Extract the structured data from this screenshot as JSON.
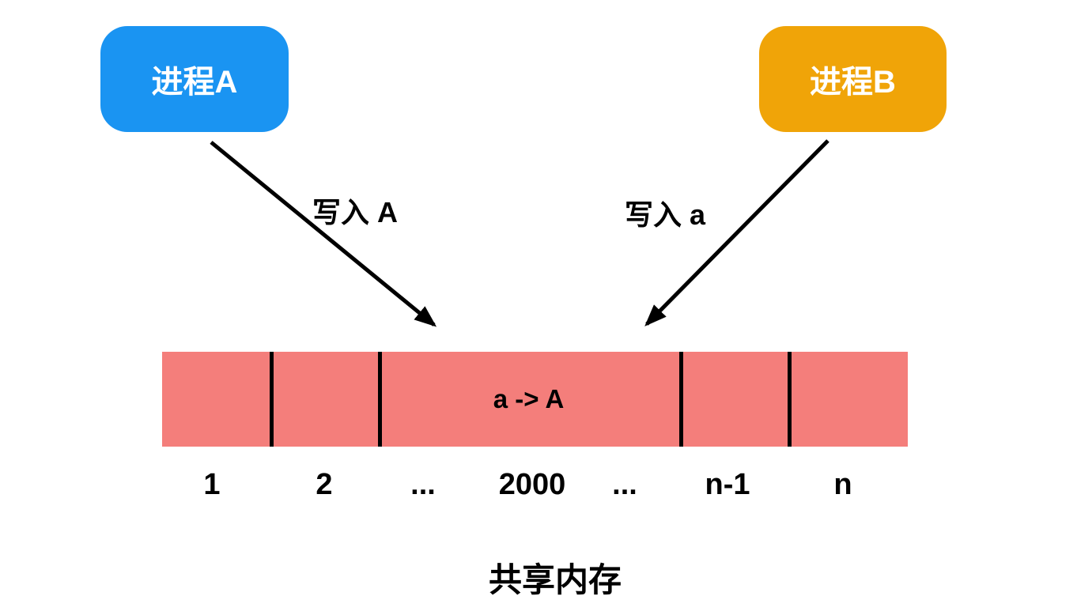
{
  "diagram": {
    "title": "共享内存",
    "process_a": {
      "label": "进程A",
      "color": "#1A94F2"
    },
    "process_b": {
      "label": "进程B",
      "color": "#F0A408"
    },
    "write_a_label": "写入 A",
    "write_b_label": "写入 a",
    "memory": {
      "content_label": "a -> A",
      "bar_color": "#F47E7B",
      "cells": [
        "1",
        "2",
        "...",
        "2000",
        "...",
        "n-1",
        "n"
      ]
    }
  }
}
